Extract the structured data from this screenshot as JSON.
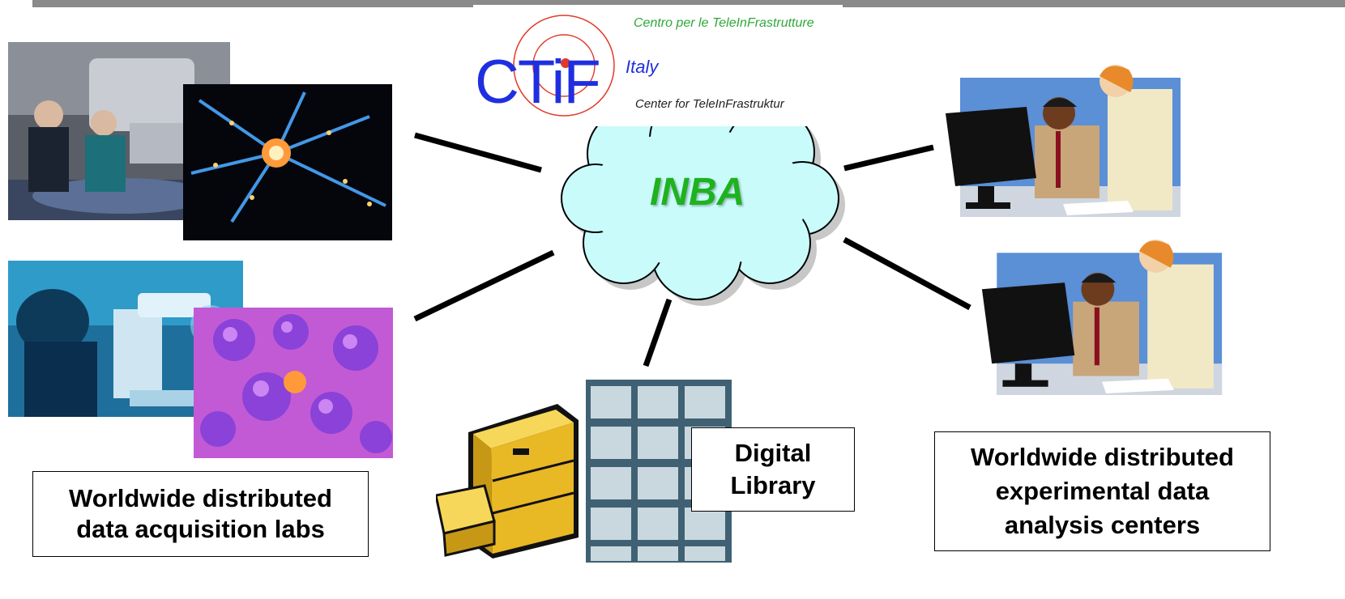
{
  "logo": {
    "brand": "CTiF",
    "line_top": "Centro per le TeleInFrastrutture",
    "line_mid": "Italy",
    "line_bottom": "Center for TeleInFrastruktur"
  },
  "network": {
    "hub_label": "INBA"
  },
  "labels": {
    "left": [
      "Worldwide distributed",
      "data acquisition labs"
    ],
    "library": [
      "Digital",
      "Library"
    ],
    "right": [
      "Worldwide distributed",
      "experimental data",
      "analysis centers"
    ]
  },
  "colors": {
    "cloud_fill": "#c9fbfb",
    "hub_text": "#1fb21f",
    "logo_blue": "#1f2fe0",
    "logo_green": "#2fa83a",
    "logo_red": "#e23a2a"
  },
  "icons": [
    "medical-scanner-photo",
    "neuron-photo",
    "lab-microscope-photo",
    "cells-photo",
    "file-cabinet-icon",
    "archive-shelves-photo",
    "office-workers-clipart"
  ]
}
